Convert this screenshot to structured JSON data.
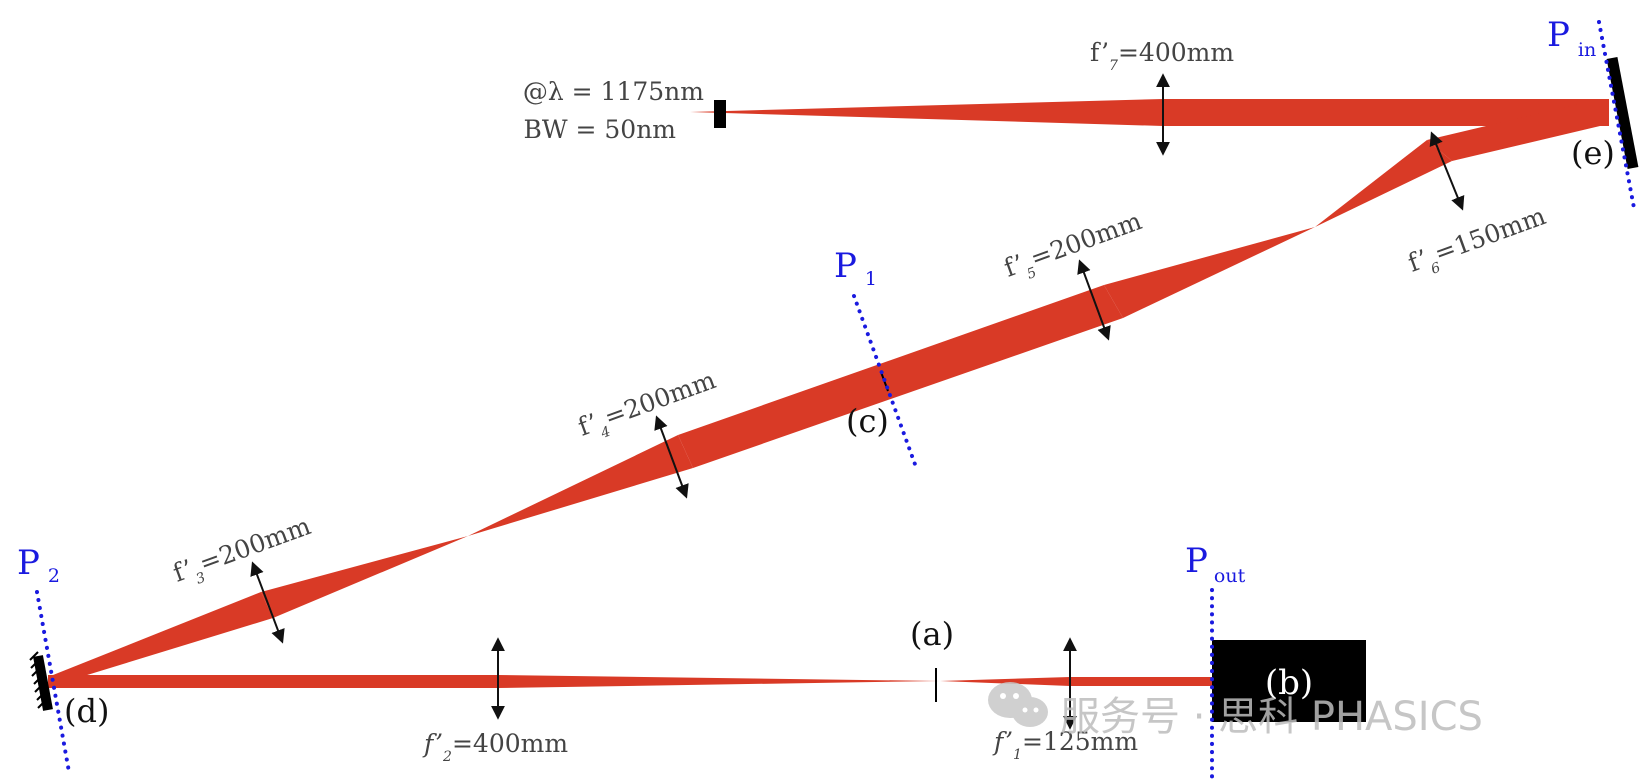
{
  "colors": {
    "beam": "#d93a26",
    "plane_marker": "#1a1adf",
    "optic": "#000000",
    "label_text": "#444444",
    "watermark": "#bdbdbd"
  },
  "source": {
    "wavelength_label": "@λ = 1175nm",
    "bandwidth_label": "BW = 50nm"
  },
  "lenses": {
    "f1": {
      "prefix": "f’",
      "sub": "1",
      "value": "=125mm"
    },
    "f2": {
      "prefix": "f’",
      "sub": "2",
      "value": "=400mm"
    },
    "f3": {
      "prefix": "f’",
      "sub": "3",
      "value": "=200mm"
    },
    "f4": {
      "prefix": "f’",
      "sub": "4",
      "value": "=200mm"
    },
    "f5": {
      "prefix": "f’",
      "sub": "5",
      "value": "=200mm"
    },
    "f6": {
      "prefix": "f’",
      "sub": "6",
      "value": "=150mm"
    },
    "f7": {
      "prefix": "f’",
      "sub": "7",
      "value": "=400mm"
    }
  },
  "planes": {
    "p_in": {
      "main": "P",
      "sub": "in"
    },
    "p_1": {
      "main": "P",
      "sub": "1"
    },
    "p_2": {
      "main": "P",
      "sub": "2"
    },
    "p_out": {
      "main": "P",
      "sub": "out"
    }
  },
  "points": {
    "a": "(a)",
    "b": "(b)",
    "c": "(c)",
    "d": "(d)",
    "e": "(e)"
  },
  "watermark": {
    "icon": "wechat-icon",
    "text": "服务号 · 思科 PHASICS"
  }
}
